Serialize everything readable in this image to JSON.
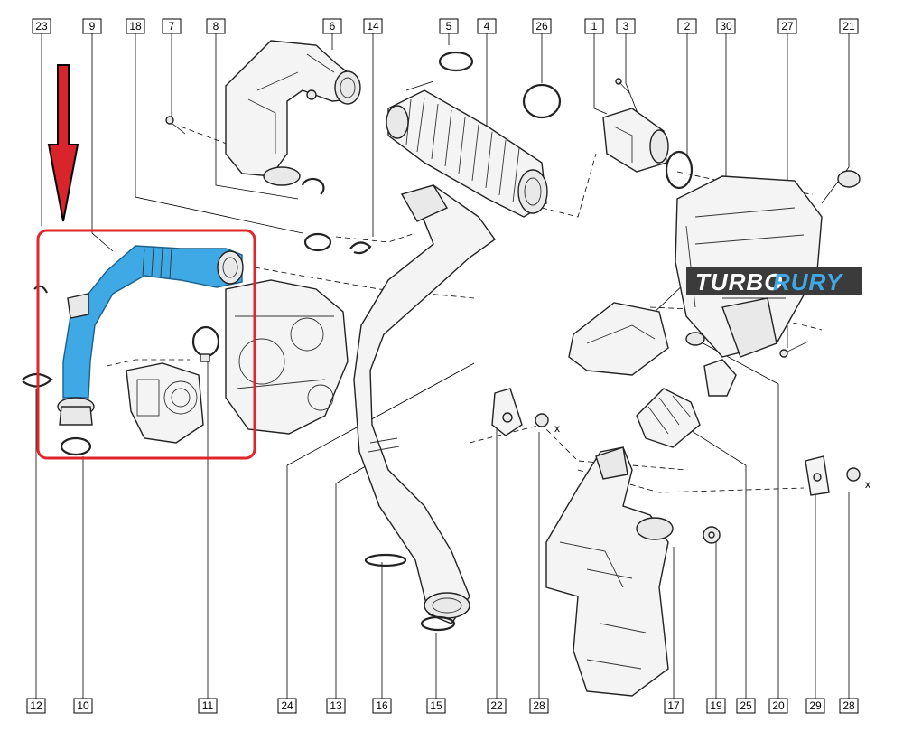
{
  "diagram": {
    "top_labels": [
      "23",
      "9",
      "18",
      "7",
      "8",
      "6",
      "14",
      "5",
      "4",
      "26",
      "1",
      "3",
      "2",
      "30",
      "27",
      "21"
    ],
    "bottom_labels": [
      "12",
      "10",
      "11",
      "24",
      "13",
      "16",
      "15",
      "22",
      "28",
      "17",
      "19",
      "25",
      "20",
      "29",
      "28"
    ],
    "logo": {
      "part1": "TURBO",
      "part2": "RURY"
    },
    "colors": {
      "highlight_box": "#e0262b",
      "arrow": "#d8242a",
      "highlighted_hose": "#3fa9e6",
      "logo_background": "#3b3b3b",
      "logo_accent": "#3fa9e6"
    },
    "axis_marks": [
      "x",
      "x"
    ]
  }
}
